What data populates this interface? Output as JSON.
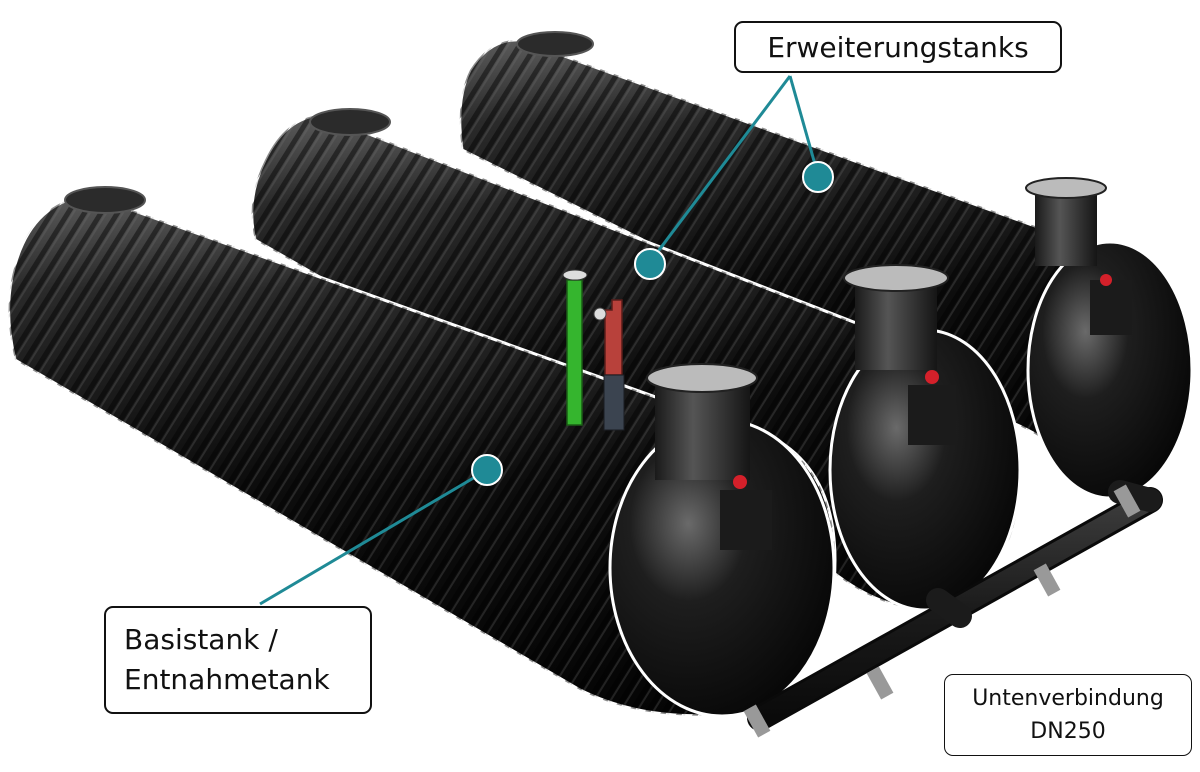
{
  "labels": {
    "extension": "Erweiterungstanks",
    "base_line1": "Basistank /",
    "base_line2": "Entnahmetank",
    "connection_line1": "Untenverbindung",
    "connection_line2": "DN250"
  },
  "icons": [
    "tank-icon",
    "dome-shaft-icon",
    "pipe-icon",
    "callout-dot-icon"
  ],
  "colors": {
    "tank_body": "#141414",
    "callout_line": "#1f8a96",
    "callout_dot": "#1f8a96",
    "green_pipe": "#35b52e",
    "red_pipe": "#b8413b",
    "label_border": "#111111"
  }
}
